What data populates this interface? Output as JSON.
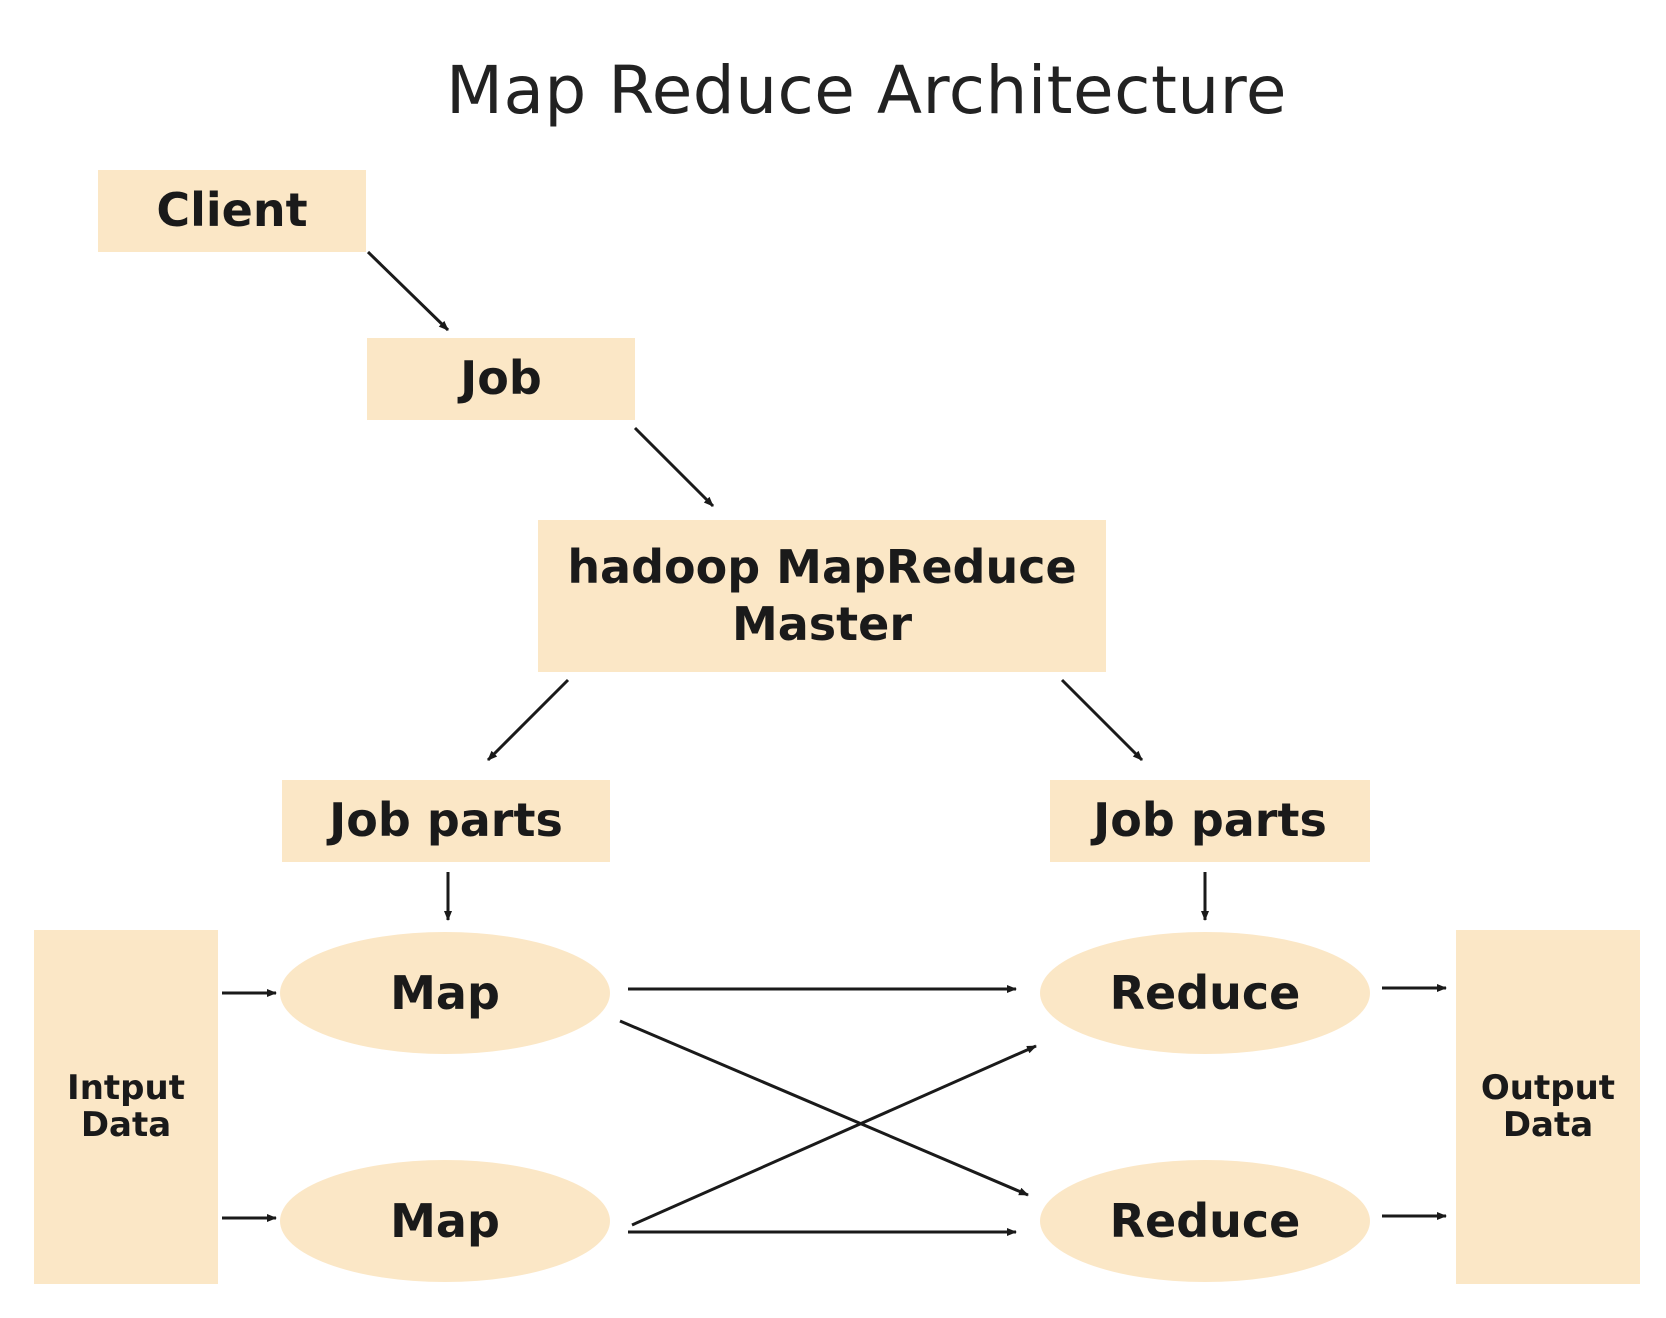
{
  "diagram": {
    "title": "Map Reduce Architecture",
    "nodes": {
      "client": "Client",
      "job": "Job",
      "master_line1": "hadoop MapReduce",
      "master_line2": "Master",
      "job_parts_left": "Job parts",
      "job_parts_right": "Job parts",
      "map_top": "Map",
      "map_bottom": "Map",
      "reduce_top": "Reduce",
      "reduce_bottom": "Reduce",
      "input_line1": "Intput",
      "input_line2": "Data",
      "output_line1": "Output",
      "output_line2": "Data"
    },
    "colors": {
      "node_fill": "#fbe7c6",
      "text": "#1a1a1a",
      "arrow": "#1a1a1a"
    }
  }
}
